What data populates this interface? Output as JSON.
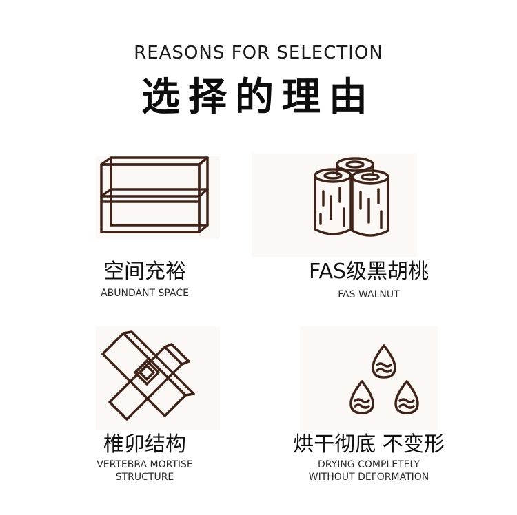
{
  "header": {
    "title_en": "REASONS FOR SELECTION",
    "title_cn": "选择的理由"
  },
  "colors": {
    "icon_stroke": "#3f2318",
    "icon_background": "#fbf8f5",
    "text": "#111111"
  },
  "features": [
    {
      "icon": "shelf-box-icon",
      "title": "空间充裕",
      "subtitle": "ABUNDANT SPACE"
    },
    {
      "icon": "wood-logs-icon",
      "title": "FAS级黑胡桃",
      "subtitle": "FAS WALNUT"
    },
    {
      "icon": "mortise-joint-icon",
      "title": "椎卯结构",
      "subtitle": "VERTEBRA MORTISE\nSTRUCTURE"
    },
    {
      "icon": "water-drops-icon",
      "title": "烘干彻底 不变形",
      "subtitle": "DRYING COMPLETELY\nWITHOUT DEFORMATION"
    }
  ]
}
